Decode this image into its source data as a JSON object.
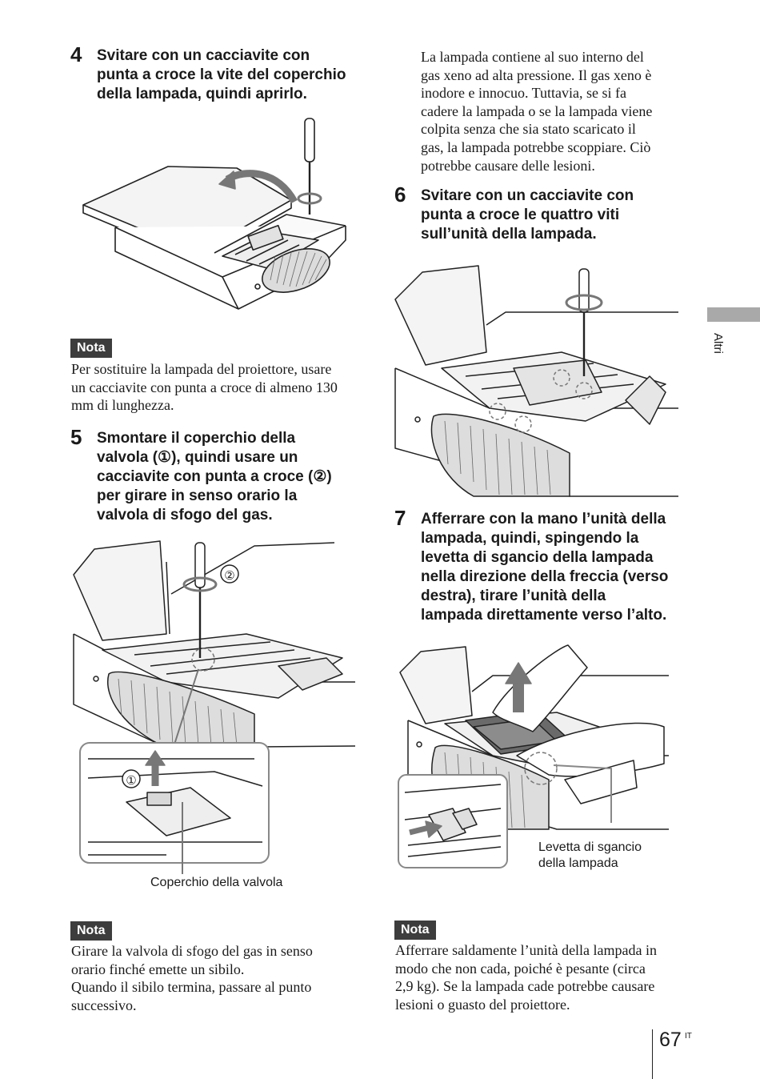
{
  "side_tab": {
    "label": "Altri"
  },
  "page": {
    "number": "67",
    "lang": "IT"
  },
  "step4": {
    "number": "4",
    "lines": [
      "Svitare con un cacciavite con",
      "punta a croce la vite del coperchio",
      "della lampada, quindi aprirlo."
    ]
  },
  "note1": {
    "badge": "Nota",
    "lines": [
      "Per sostituire la lampada del proiettore, usare",
      "un cacciavite con punta a croce di almeno 130",
      "mm di lunghezza."
    ]
  },
  "step5": {
    "number": "5",
    "lines": [
      "Smontare il coperchio della",
      "valvola (①), quindi usare un",
      "cacciavite con punta a croce (②)",
      "per girare in senso orario la",
      "valvola di sfogo del gas."
    ],
    "callout1": "①",
    "callout2": "②",
    "caption": "Coperchio della valvola"
  },
  "note2": {
    "badge": "Nota",
    "lines": [
      "Girare la valvola di sfogo del gas in senso",
      "orario finché emette un sibilo.",
      "Quando il sibilo termina, passare al punto",
      "successivo."
    ]
  },
  "warning": {
    "lines": [
      "La lampada contiene al suo interno del",
      "gas xeno ad alta pressione. Il gas xeno è",
      "inodore e innocuo. Tuttavia, se si fa",
      "cadere la lampada o se la lampada viene",
      "colpita senza che sia stato scaricato il",
      "gas, la lampada potrebbe scoppiare. Ciò",
      "potrebbe causare delle lesioni."
    ]
  },
  "step6": {
    "number": "6",
    "lines": [
      "Svitare con un cacciavite con",
      "punta a croce le quattro viti",
      "sull’unità della lampada."
    ]
  },
  "step7": {
    "number": "7",
    "lines": [
      "Afferrare con la mano l’unità della",
      "lampada, quindi, spingendo la",
      "levetta di sgancio della lampada",
      "nella direzione della freccia (verso",
      "destra), tirare l’unità della",
      "lampada direttamente verso l’alto."
    ],
    "caption_lines": [
      "Levetta di sgancio",
      "della lampada"
    ]
  },
  "note3": {
    "badge": "Nota",
    "lines": [
      "Afferrare saldamente l’unità della lampada in",
      "modo che non cada, poiché è pesante (circa",
      "2,9 kg). Se la lampada cade potrebbe causare",
      "lesioni o guasto del proiettore."
    ]
  }
}
